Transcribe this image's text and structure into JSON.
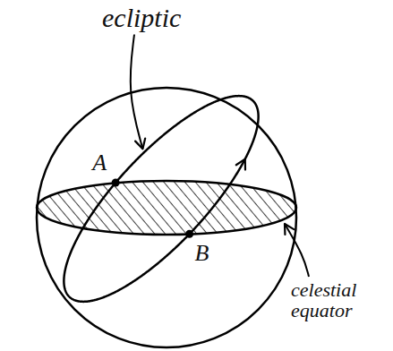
{
  "diagram": {
    "labels": [
      "ecliptic",
      "A",
      "B",
      "celestial equator"
    ]
  }
}
